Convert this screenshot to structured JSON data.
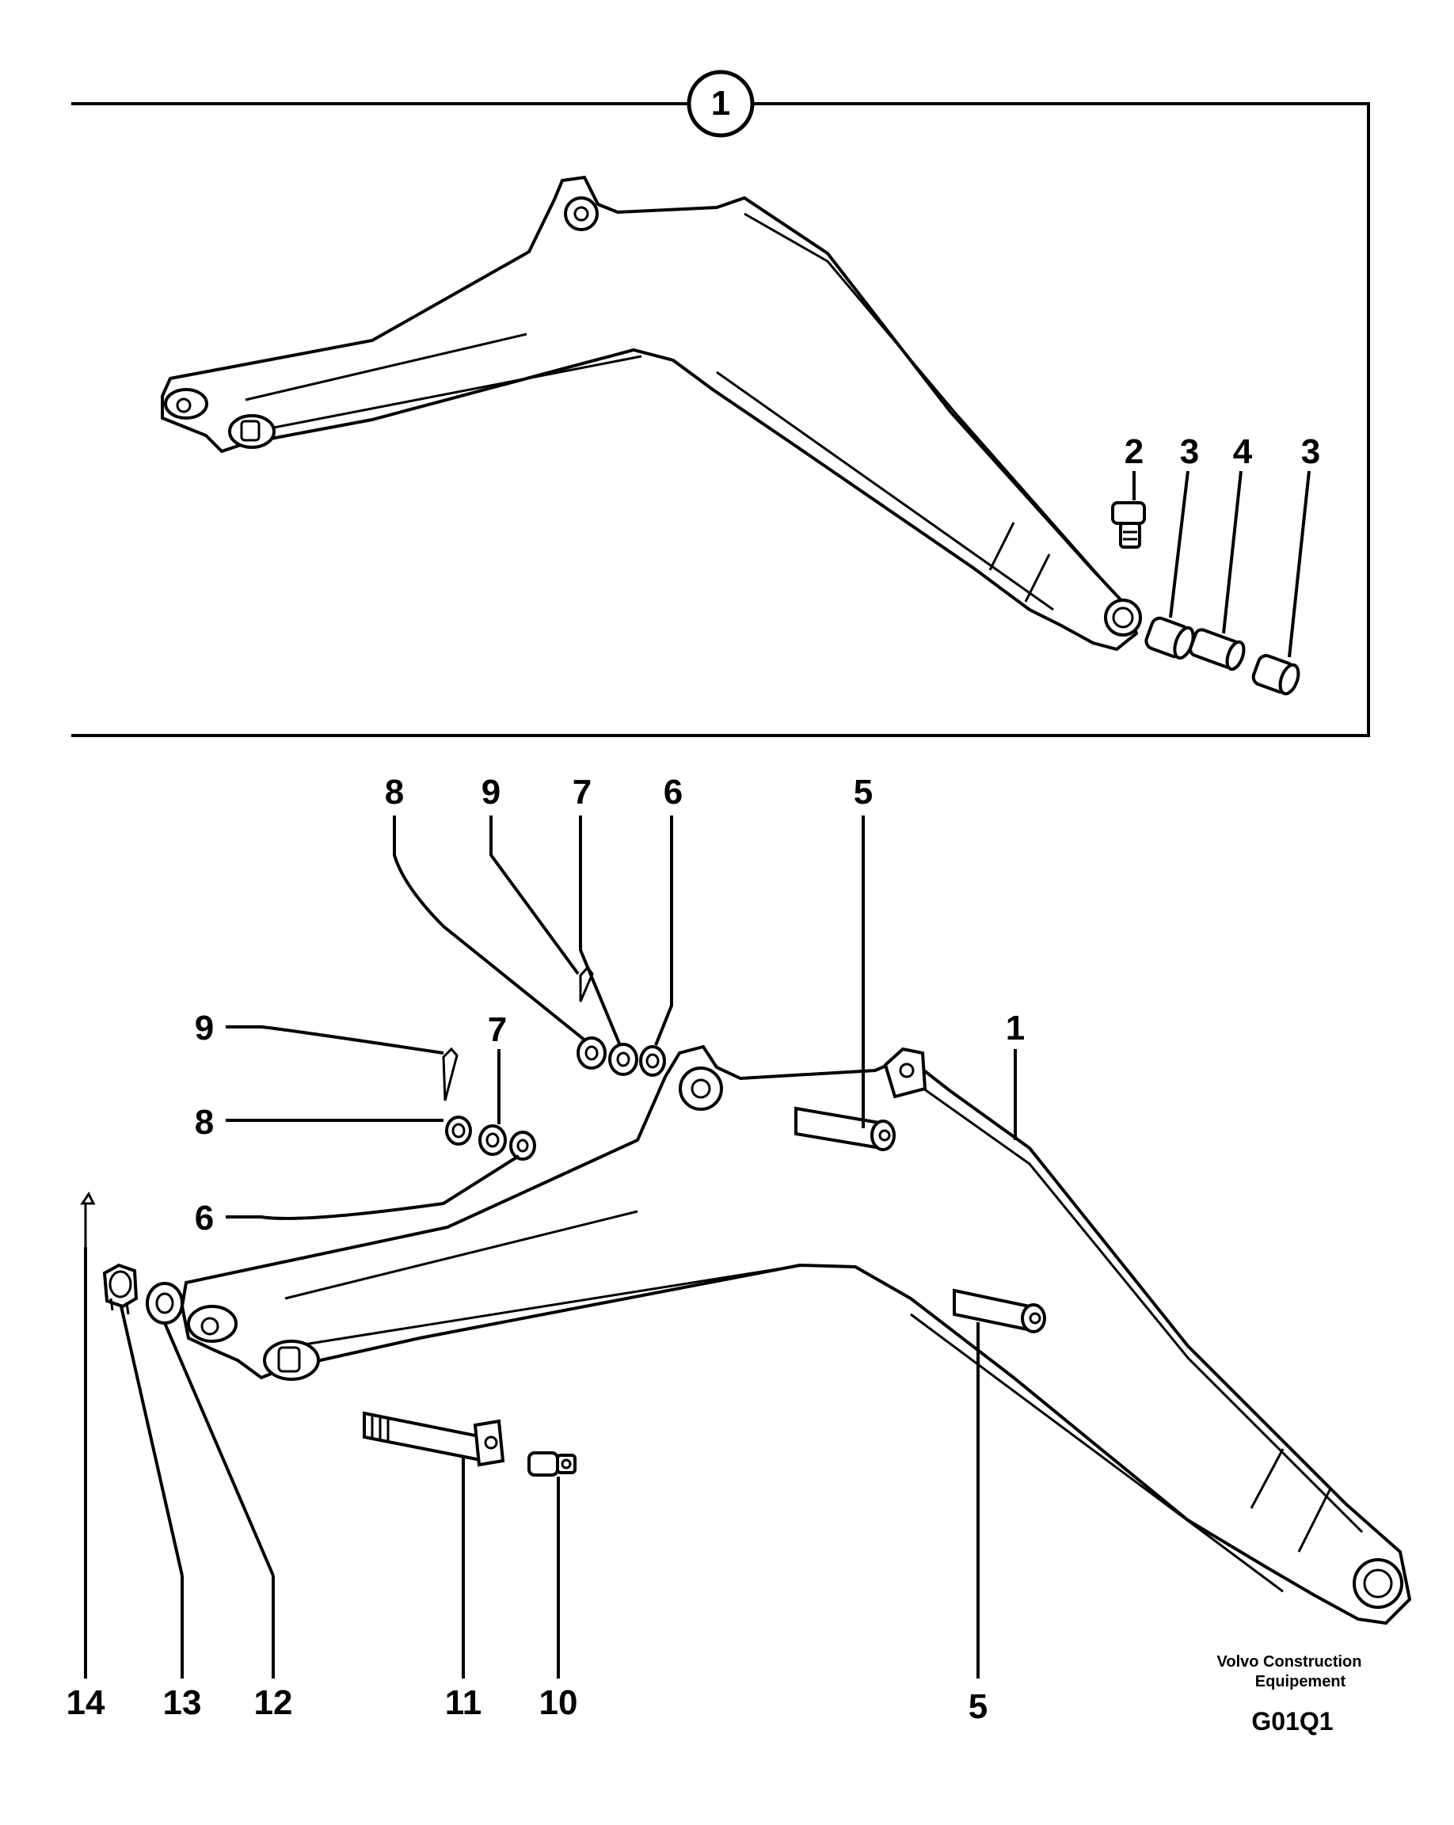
{
  "inset": {
    "ref_number": "1"
  },
  "inset_labels": {
    "l2": "2",
    "l3a": "3",
    "l4": "4",
    "l3b": "3"
  },
  "main_labels": {
    "l8a": "8",
    "l9a": "9",
    "l7a": "7",
    "l6a": "6",
    "l5a": "5",
    "l9b": "9",
    "l7b": "7",
    "l8b": "8",
    "l6b": "6",
    "l1": "1",
    "l14": "14",
    "l13": "13",
    "l12": "12",
    "l11": "11",
    "l10": "10",
    "l5b": "5"
  },
  "footer": {
    "maker_line1": "Volvo Construction",
    "maker_line2": "Equipement",
    "code": "G01Q1"
  }
}
